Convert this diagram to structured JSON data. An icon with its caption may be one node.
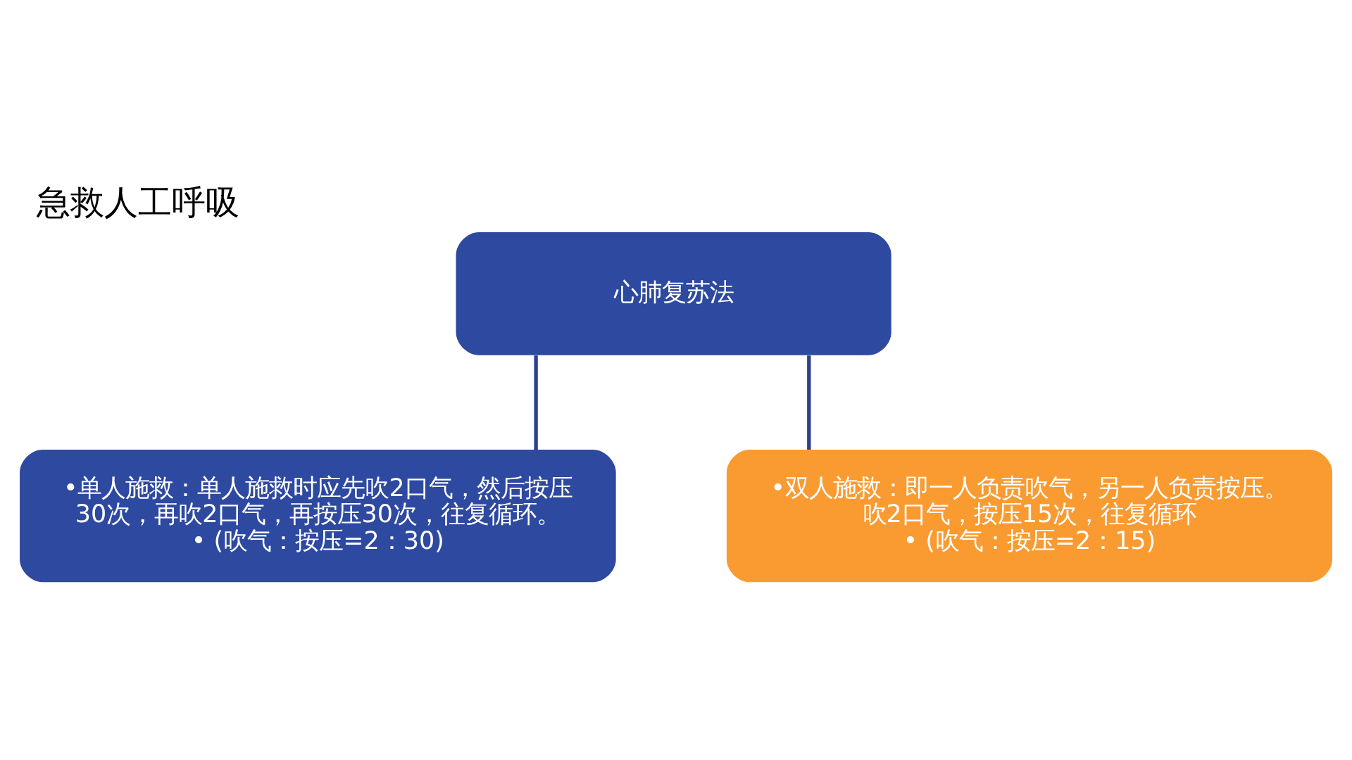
{
  "diagram": {
    "title": "急救人工呼吸",
    "nodes": [
      {
        "text": [
          "心肺复苏法"
        ]
      },
      {
        "text": [
          "•单人施救：单人施救时应先吹2口气，然后按压30次，再吹2口气，再按压30次，往复循环。",
          "• (吹气：按压=2：30)"
        ]
      },
      {
        "text": [
          "•双人施救：即一人负责吹气，另一人负责按压。吹2口气，按压15次，往复循环",
          "• (吹气：按压=2：15)"
        ]
      }
    ],
    "edges": [
      {
        "from": 0,
        "to": 1,
        "arrow": "none"
      },
      {
        "from": 0,
        "to": 2,
        "arrow": "none"
      }
    ]
  }
}
